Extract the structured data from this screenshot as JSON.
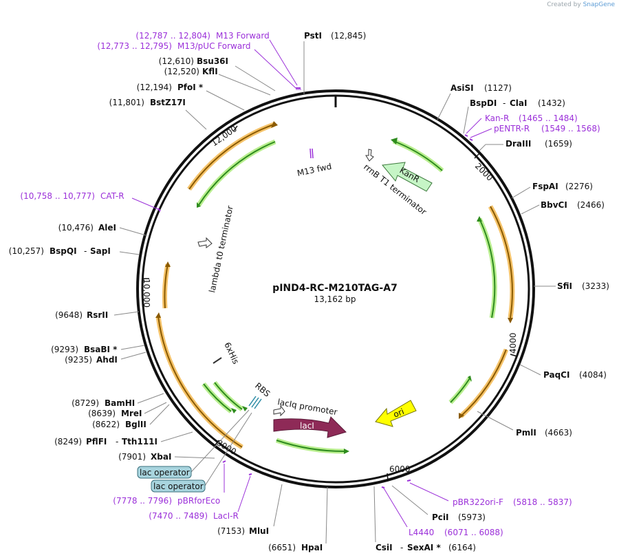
{
  "credit": {
    "prefix": "Created by",
    "brand": "SnapGene"
  },
  "plasmid": {
    "name": "pIND4-RC-M210TAG-A7",
    "size": "13,162 bp"
  },
  "ticks": [
    "2000",
    "4000",
    "6000",
    "8000",
    "10,000",
    "12,000"
  ],
  "enzymes": [
    {
      "id": "psti",
      "name": "PstI",
      "pos": "(12,845)"
    },
    {
      "id": "bsu36i",
      "name": "Bsu36I",
      "pos": "(12,610)"
    },
    {
      "id": "kfli",
      "name": "KflI",
      "pos": "(12,520)"
    },
    {
      "id": "pfoi",
      "name": "PfoI *",
      "pos": "(12,194)"
    },
    {
      "id": "bstz17i",
      "name": "BstZ17I",
      "pos": "(11,801)"
    },
    {
      "id": "alei",
      "name": "AleI",
      "pos": "(10,476)"
    },
    {
      "id": "bspqi",
      "name": "BspQI",
      "name2": "SapI",
      "pos": "(10,257)"
    },
    {
      "id": "rsrii",
      "name": "RsrII",
      "pos": "(9648)"
    },
    {
      "id": "bsabi",
      "name": "BsaBI *",
      "pos": "(9293)"
    },
    {
      "id": "ahdi",
      "name": "AhdI",
      "pos": "(9235)"
    },
    {
      "id": "bamhi",
      "name": "BamHI",
      "pos": "(8729)"
    },
    {
      "id": "mrei",
      "name": "MreI",
      "pos": "(8639)"
    },
    {
      "id": "bglii",
      "name": "BglII",
      "pos": "(8622)"
    },
    {
      "id": "pflfi",
      "name": "PflFI",
      "name2": "Tth111I",
      "pos": "(8249)"
    },
    {
      "id": "xbai",
      "name": "XbaI",
      "pos": "(7901)"
    },
    {
      "id": "mlui",
      "name": "MluI",
      "pos": "(7153)"
    },
    {
      "id": "hpai",
      "name": "HpaI",
      "pos": "(6651)"
    },
    {
      "id": "csii",
      "name": "CsiI",
      "name2": "SexAI *",
      "pos": "(6164)"
    },
    {
      "id": "pcii",
      "name": "PciI",
      "pos": "(5973)"
    },
    {
      "id": "pmli",
      "name": "PmlI",
      "pos": "(4663)"
    },
    {
      "id": "paqci",
      "name": "PaqCI",
      "pos": "(4084)"
    },
    {
      "id": "sfii",
      "name": "SfiI",
      "pos": "(3233)"
    },
    {
      "id": "bbvci",
      "name": "BbvCI",
      "pos": "(2466)"
    },
    {
      "id": "fspai",
      "name": "FspAI",
      "pos": "(2276)"
    },
    {
      "id": "draiii",
      "name": "DraIII",
      "pos": "(1659)"
    },
    {
      "id": "bspdi",
      "name": "BspDI",
      "name2": "ClaI",
      "pos": "(1432)"
    },
    {
      "id": "asisi",
      "name": "AsiSI",
      "pos": "(1127)"
    }
  ],
  "primers": [
    {
      "id": "m13fwd",
      "name": "M13 Forward",
      "pos": "(12,787 .. 12,804)"
    },
    {
      "id": "m13puc",
      "name": "M13/pUC Forward",
      "pos": "(12,773 .. 12,795)"
    },
    {
      "id": "catr",
      "name": "CAT-R",
      "pos": "(10,758 .. 10,777)"
    },
    {
      "id": "pbrforeco",
      "name": "pBRforEco",
      "pos": "(7778 .. 7796)"
    },
    {
      "id": "laci-r",
      "name": "LacI-R",
      "pos": "(7470 .. 7489)"
    },
    {
      "id": "l4440",
      "name": "L4440",
      "pos": "(6071 .. 6088)"
    },
    {
      "id": "pbr322ori",
      "name": "pBR322ori-F",
      "pos": "(5818 .. 5837)"
    },
    {
      "id": "kan-r",
      "name": "Kan-R",
      "pos": "(1465 .. 1484)"
    },
    {
      "id": "pentr-r",
      "name": "pENTR-R",
      "pos": "(1549 .. 1568)"
    }
  ],
  "lac_operators": [
    "lac operator",
    "lac operator"
  ],
  "features": {
    "m13fwd": "M13 fwd",
    "rrnb": "rrnB T1 terminator",
    "kanr": "KanR",
    "lambda": "lambda t0 terminator",
    "sixhis": "6xHis",
    "rbs": "RBS",
    "laciq": "lacIq promoter",
    "laci": "lacI",
    "ori": "ori"
  },
  "colors": {
    "backbone": "#111111",
    "orf_green": "#2e8b1e",
    "orf_green_glow": "#b9ee8f",
    "orf_orange": "#8a5a00",
    "orf_orange_glow": "#f5c36a",
    "kanr": "#c6f5c6",
    "laci": "#8e2a57",
    "ori": "#ffff00",
    "primer": "#9b30d9"
  }
}
